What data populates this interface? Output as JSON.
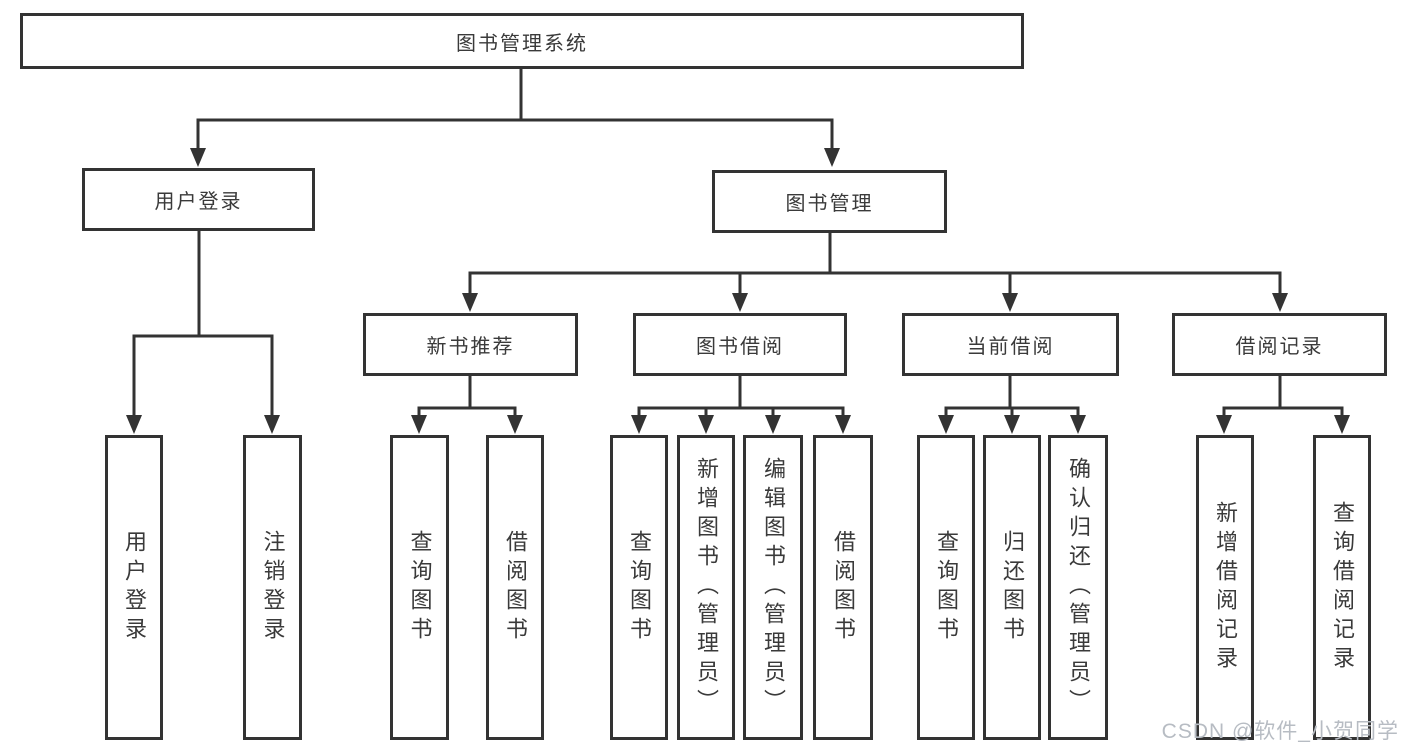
{
  "diagram_type": "functional-structure-tree",
  "colors": {
    "line": "#333333",
    "box_border": "#333333",
    "text": "#3a3a3a",
    "background": "#ffffff",
    "watermark": "#b7bcc3"
  },
  "tree": {
    "root": {
      "label": "图书管理系统",
      "children": [
        {
          "label": "用户登录",
          "children": [
            {
              "label": "用户登录"
            },
            {
              "label": "注销登录"
            }
          ]
        },
        {
          "label": "图书管理",
          "children": [
            {
              "label": "新书推荐",
              "children": [
                {
                  "label": "查询图书"
                },
                {
                  "label": "借阅图书"
                }
              ]
            },
            {
              "label": "图书借阅",
              "children": [
                {
                  "label": "查询图书"
                },
                {
                  "label": "新增图书（管理员）"
                },
                {
                  "label": "编辑图书（管理员）"
                },
                {
                  "label": "借阅图书"
                }
              ]
            },
            {
              "label": "当前借阅",
              "children": [
                {
                  "label": "查询图书"
                },
                {
                  "label": "归还图书"
                },
                {
                  "label": "确认归还（管理员）"
                }
              ]
            },
            {
              "label": "借阅记录",
              "children": [
                {
                  "label": "新增借阅记录"
                },
                {
                  "label": "查询借阅记录"
                }
              ]
            }
          ]
        }
      ]
    }
  },
  "watermark": {
    "text": "CSDN @软件_小贺同学"
  }
}
